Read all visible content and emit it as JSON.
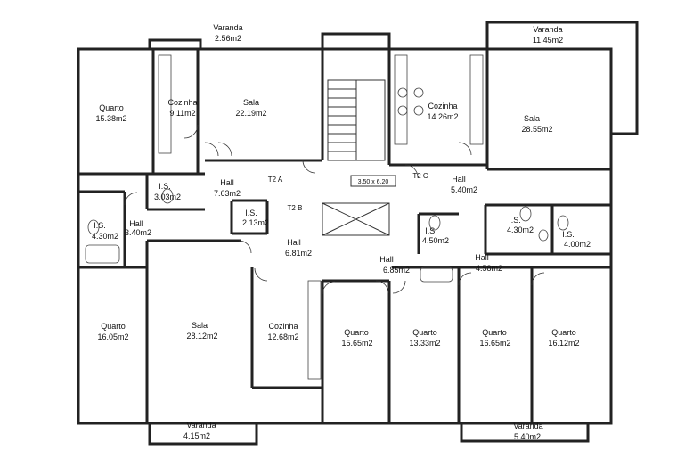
{
  "rooms": [
    {
      "id": "varanda-top-left",
      "name": "Varanda",
      "area": "2.56m2"
    },
    {
      "id": "varanda-top-right",
      "name": "Varanda",
      "area": "11.45m2"
    },
    {
      "id": "quarto-15-38",
      "name": "Quarto",
      "area": "15.38m2"
    },
    {
      "id": "cozinha-9-11",
      "name": "Cozinha",
      "area": "9.11m2"
    },
    {
      "id": "sala-22-19",
      "name": "Sala",
      "area": "22.19m2"
    },
    {
      "id": "cozinha-14-26",
      "name": "Cozinha",
      "area": "14.26m2"
    },
    {
      "id": "sala-28-55",
      "name": "Sala",
      "area": "28.55m2"
    },
    {
      "id": "is-3-03",
      "name": "I.S.",
      "area": "3.03m2"
    },
    {
      "id": "hall-7-63",
      "name": "Hall",
      "area": "7.63m2"
    },
    {
      "id": "hall-5-40",
      "name": "Hall",
      "area": "5.40m2"
    },
    {
      "id": "is-4-30",
      "name": "I.S.",
      "area": "4.30m2"
    },
    {
      "id": "hall-3-40",
      "name": "Hall",
      "area": "3.40m2"
    },
    {
      "id": "is-2-13",
      "name": "I.S.",
      "area": "2.13m2"
    },
    {
      "id": "hall-center-left",
      "name": "Hall",
      "area": "6.81m2"
    },
    {
      "id": "is-4-50",
      "name": "I.S.",
      "area": "4.50m2"
    },
    {
      "id": "hall-center-right",
      "name": "Hall",
      "area": "6.85m2"
    },
    {
      "id": "is-4-30-right",
      "name": "I.S.",
      "area": "4.30m2"
    },
    {
      "id": "is-4-00",
      "name": "I.S.",
      "area": "4.00m2"
    },
    {
      "id": "hall-4-58",
      "name": "Hall",
      "area": "4.58m2"
    },
    {
      "id": "quarto-16-05",
      "name": "Quarto",
      "area": "16.05m2"
    },
    {
      "id": "sala-28-12",
      "name": "Sala",
      "area": "28.12m2"
    },
    {
      "id": "cozinha-12-68",
      "name": "Cozinha",
      "area": "12.68m2"
    },
    {
      "id": "quarto-15-65",
      "name": "Quarto",
      "area": "15.65m2"
    },
    {
      "id": "quarto-13-33",
      "name": "Quarto",
      "area": "13.33m2"
    },
    {
      "id": "quarto-16-65",
      "name": "Quarto",
      "area": "16.65m2"
    },
    {
      "id": "quarto-16-12",
      "name": "Quarto",
      "area": "16.12m2"
    },
    {
      "id": "varanda-bottom-left",
      "name": "Varanda",
      "area": "4.15m2"
    },
    {
      "id": "varanda-bottom-right",
      "name": "Varanda",
      "area": "5.40m2"
    }
  ],
  "unit_tags": {
    "t2a": "T2 A",
    "t2b": "T2 B",
    "t2c": "T2 C",
    "stair_box": "3,50 x 6,20"
  }
}
